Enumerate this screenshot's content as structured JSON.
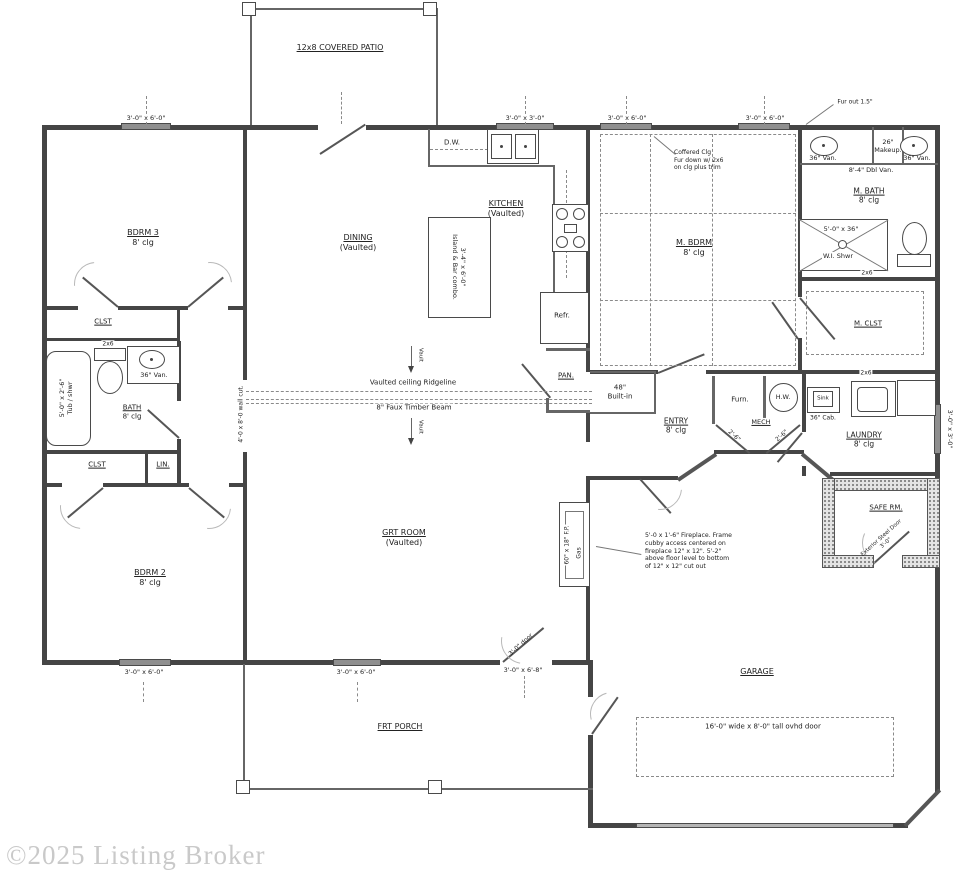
{
  "copyright": "©2025 Listing Broker",
  "rooms": {
    "patio": "12x8 COVERED PATIO",
    "bdrm3": "BDRM 3",
    "bdrm3_clg": "8' clg",
    "clst": "CLST",
    "bath": "BATH",
    "bath_clg": "8' clg",
    "lin": "LIN.",
    "bdrm2": "BDRM 2",
    "bdrm2_clg": "8' clg",
    "dining": "DINING",
    "dining_sub": "(Vaulted)",
    "kitchen": "KITCHEN",
    "kitchen_sub": "(Vaulted)",
    "grt_room": "GRT ROOM",
    "grt_room_sub": "(Vaulted)",
    "mbdrm": "M. BDRM",
    "mbdrm_clg": "8' clg",
    "mbath": "M. BATH",
    "mbath_clg": "8' clg",
    "mclst": "M. CLST",
    "entry": "ENTRY",
    "entry_clg": "8' clg",
    "mech": "MECH",
    "laundry": "LAUNDRY",
    "laundry_clg": "8' clg",
    "safe_rm": "SAFE RM.",
    "garage": "GARAGE",
    "frt_porch": "FRT PORCH"
  },
  "fixtures": {
    "dw": "D.W.",
    "refr": "Refr.",
    "pan": "PAN.",
    "island_size": "3'-4\" x 6'-0\"",
    "island_name": "Island & Bar combo.",
    "built_in_size": "48\"",
    "built_in_name": "Built-in",
    "furn": "Furn.",
    "hw": "H.W.",
    "sink": "Sink",
    "cab36": "36\" Cab.",
    "van36": "36\" Van.",
    "makeup_size": "26\"",
    "makeup_name": "Makeup.",
    "dbl_van": "8'-4\" Dbl Van.",
    "shwr_size": "5'-0\" x 36\"",
    "shwr_name": "W.I. Shwr",
    "tub_size": "5'-0\" x 2'-6\"",
    "tub_name": "Tub / shwr",
    "fp_size": "60\" x 18\" F.P.",
    "fp_fuel": "Gas"
  },
  "windows": {
    "w3060": "3'-0\" x 6'-0\"",
    "w3030": "3'-0\" x 3'-0\""
  },
  "doors": {
    "front_name": "3'-0\" door",
    "front_size": "3'-0\" x 6'-8\"",
    "d26": "2'-6\"",
    "ovhd": "16'-0\" wide x 8'-0\" tall ovhd door",
    "safe_l1": "Exterior Steel Door",
    "safe_l2": "3'-0\""
  },
  "notes": {
    "ridgeline": "Vaulted ceiling Ridgeline",
    "beam": "8\" Faux Timber Beam",
    "vault": "Vault",
    "wall_cut": "4'-0 x 8'-0 wall cut.",
    "stud": "2x6",
    "fur_out": "Fur out 1.5\"",
    "coffered_l1": "Coffered Clg",
    "coffered_l2": "Fur down w/ 2x6",
    "coffered_l3": "on clg plus trim",
    "fp_l1": "5'-0 x 1'-6\" Fireplace. Frame",
    "fp_l2": "cubby access centered on",
    "fp_l3": "fireplace 12\" x 12\". 5'-2\"",
    "fp_l4": "above floor level to bottom",
    "fp_l5": "of 12\" x 12\" cut out"
  }
}
